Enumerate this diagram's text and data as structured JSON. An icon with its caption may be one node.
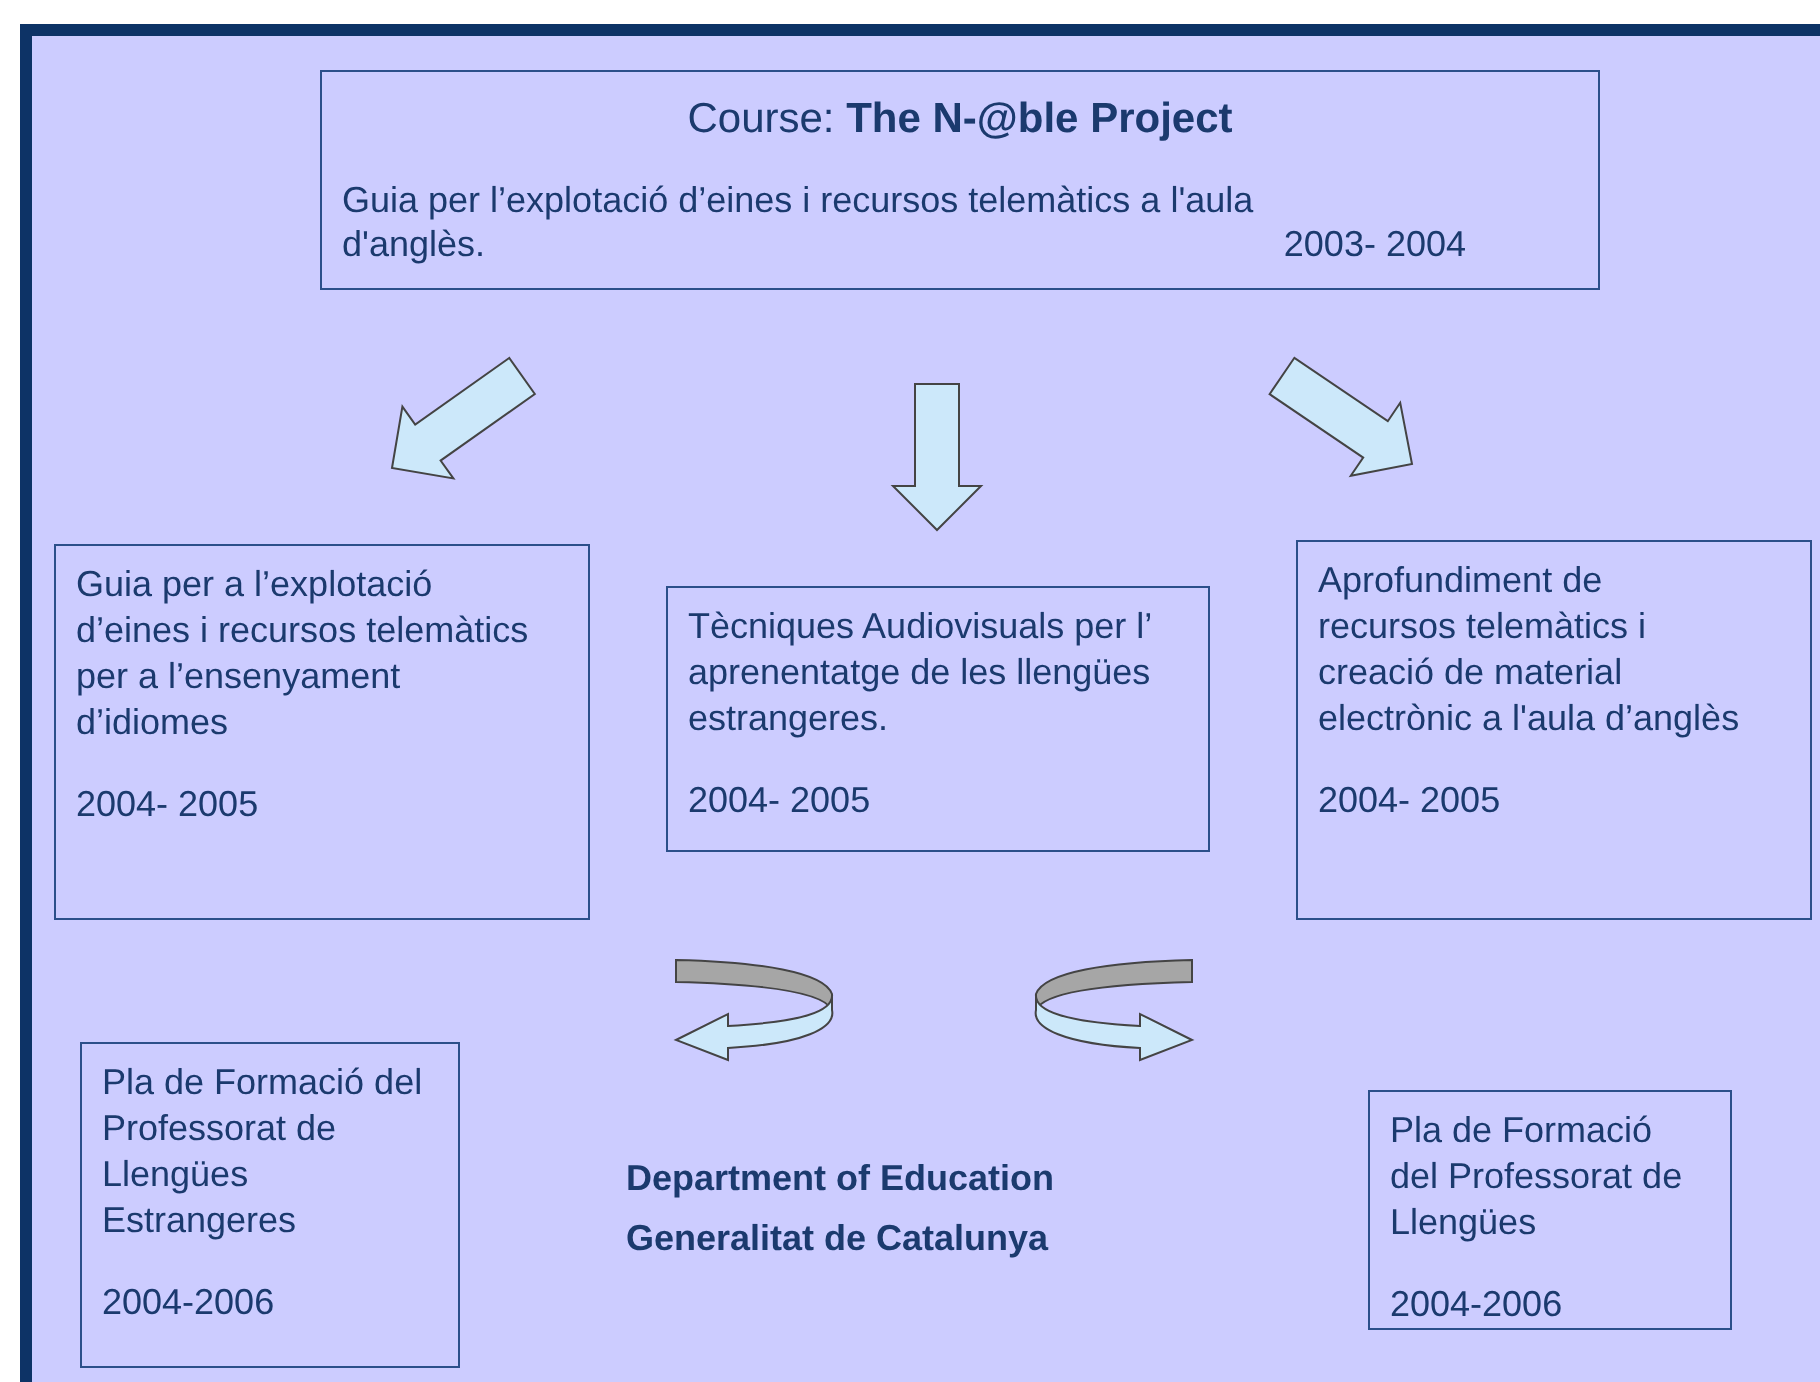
{
  "diagram": {
    "nodes": [
      {
        "text": [
          "Course: **The N-@ble Project**",
          "Guia per l’explotació d’eines i recursos telemàtics a l'aula d'anglès.",
          "2003- 2004"
        ]
      },
      {
        "text": [
          "Guia per a l’explotació d’eines i recursos telemàtics per a l’ensenyament d’idiomes",
          "2004- 2005"
        ]
      },
      {
        "text": [
          "Tècniques Audiovisuals per l’ aprenentatge de les llengües estrangeres.",
          "2004- 2005"
        ]
      },
      {
        "text": [
          "Aprofundiment de recursos telemàtics i creació de material electrònic a l'aula d’anglès",
          "2004- 2005"
        ]
      },
      {
        "text": [
          "Pla de Formació del Professorat de Llengües Estrangeres",
          "2004-2006"
        ]
      },
      {
        "text": [
          "Pla de Formació del Professorat de Llengües",
          "2004-2006"
        ]
      }
    ],
    "edges": [
      {
        "from": 0,
        "to": 1,
        "arrow": "to"
      },
      {
        "from": 0,
        "to": 2,
        "arrow": "to"
      },
      {
        "from": 0,
        "to": 3,
        "arrow": "to"
      }
    ],
    "labels": [
      "Department of Education",
      "Generalitat de Catalunya"
    ]
  }
}
